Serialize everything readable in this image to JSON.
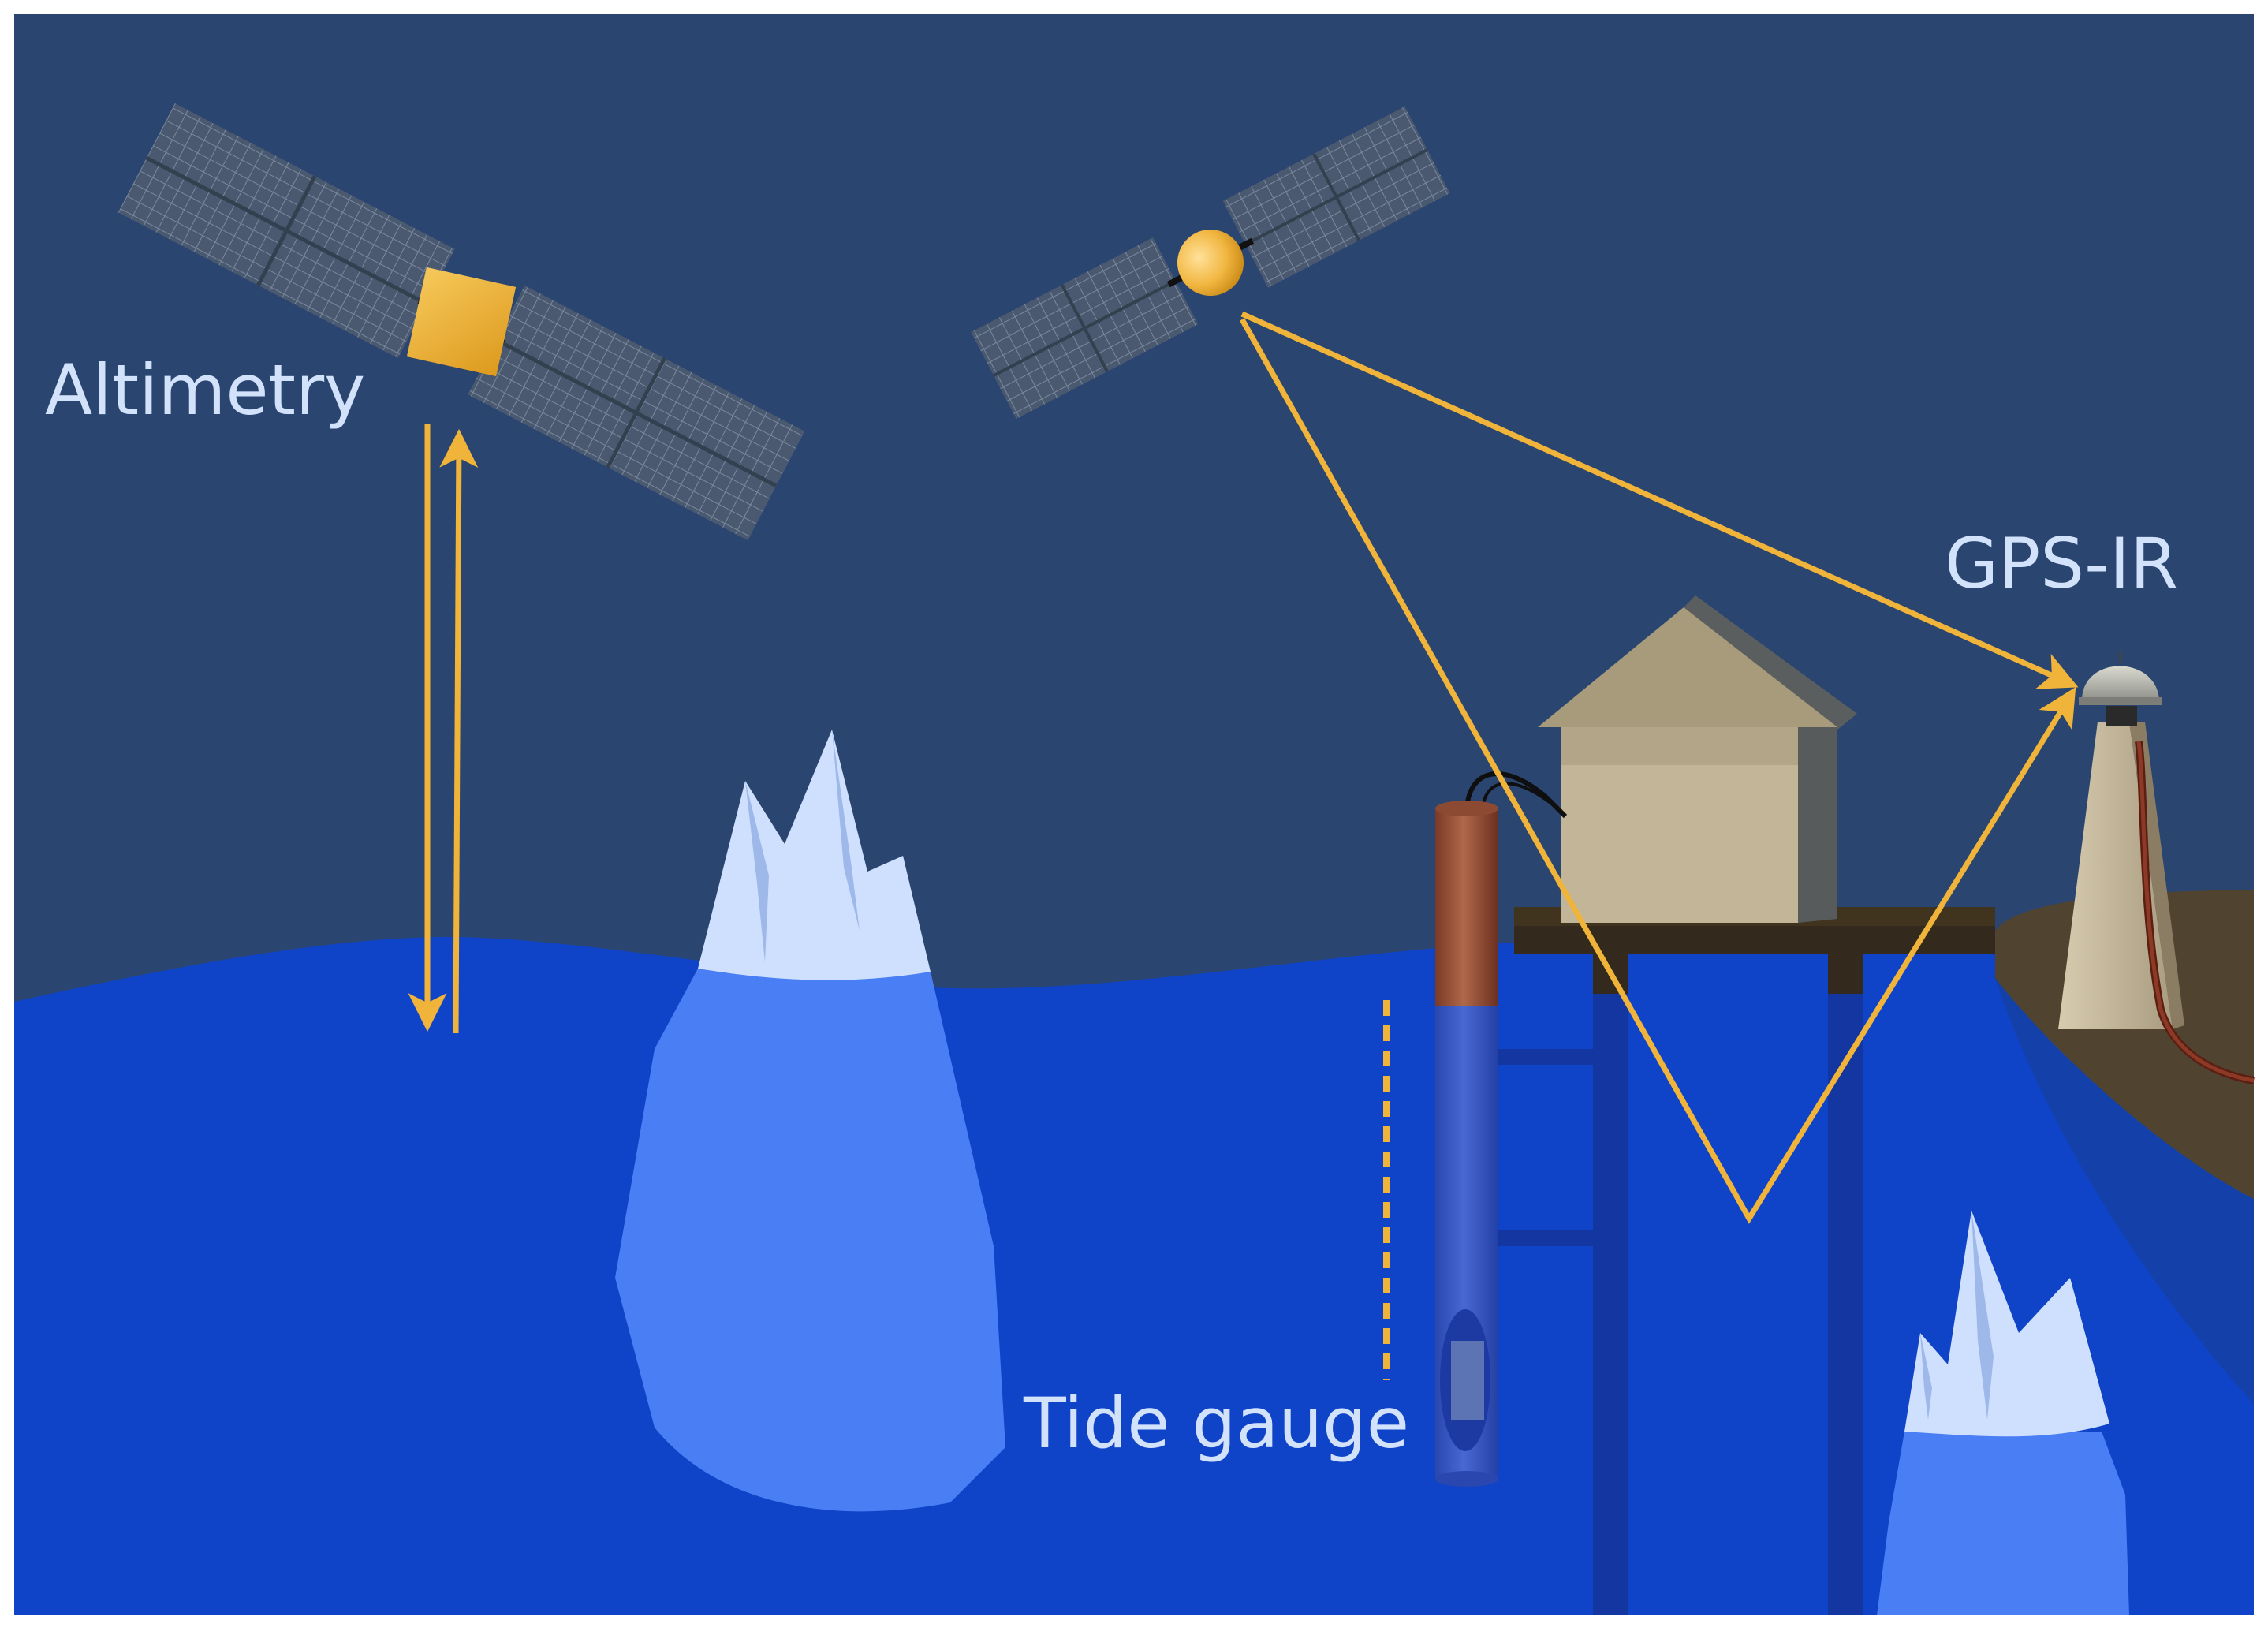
{
  "labels": {
    "altimetry": "Altimetry",
    "gps_ir": "GPS-IR",
    "tide_gauge": "Tide gauge"
  },
  "colors": {
    "sky": "#2a4570",
    "sea": "#1044c8",
    "arrow": "#f0b43a",
    "ice_top": "#cfe0ff",
    "ice_under": "#4a7ef5",
    "house_wall": "#c3b598",
    "house_roof": "#a89b7c",
    "dock": "#33291c",
    "land": "#504431",
    "solar_panel": "#4b5a72",
    "satellite_body": "#f1b640"
  }
}
